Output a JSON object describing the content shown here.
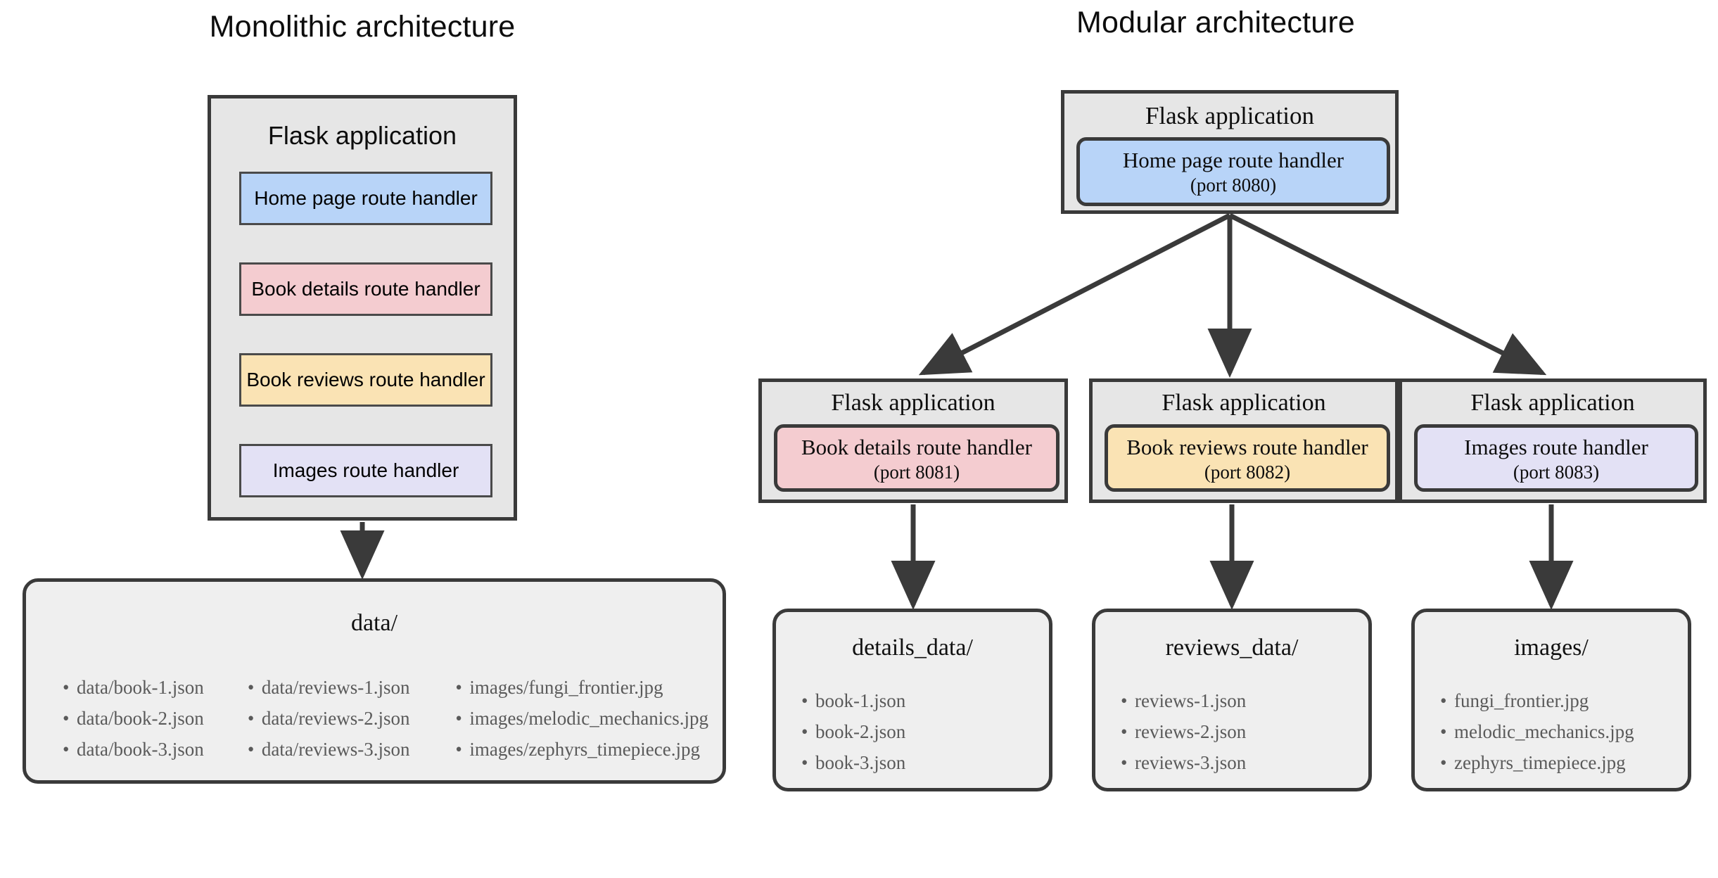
{
  "titles": {
    "monolithic": "Monolithic architecture",
    "modular": "Modular architecture"
  },
  "colors": {
    "blue": "#b8d4f8",
    "pink": "#f4ccd0",
    "yellow": "#fae3b4",
    "lavender": "#e3e1f5",
    "box_fill": "#e6e6e6",
    "data_fill": "#efefef",
    "stroke": "#3a3a3a",
    "text": "#0d0d0d",
    "muted_text": "#5a5a5a"
  },
  "monolithic": {
    "app": {
      "title": "Flask application",
      "handlers": [
        {
          "label": "Home page route handler",
          "color": "#b8d4f8"
        },
        {
          "label": "Book details route handler",
          "color": "#f4ccd0"
        },
        {
          "label": "Book reviews route handler",
          "color": "#fae3b4"
        },
        {
          "label": "Images route handler",
          "color": "#e3e1f5"
        }
      ]
    },
    "data": {
      "title": "data/",
      "columns": [
        [
          "data/book-1.json",
          "data/book-2.json",
          "data/book-3.json"
        ],
        [
          "data/reviews-1.json",
          "data/reviews-2.json",
          "data/reviews-3.json"
        ],
        [
          "images/fungi_frontier.jpg",
          "images/melodic_mechanics.jpg",
          "images/zephyrs_timepiece.jpg"
        ]
      ]
    }
  },
  "modular": {
    "root": {
      "title": "Flask application",
      "handler": {
        "label": "Home page route handler",
        "port": "(port 8080)",
        "color": "#b8d4f8"
      }
    },
    "services": [
      {
        "title": "Flask application",
        "handler": {
          "label": "Book details route handler",
          "port": "(port 8081)",
          "color": "#f4ccd0"
        },
        "data": {
          "title": "details_data/",
          "files": [
            "book-1.json",
            "book-2.json",
            "book-3.json"
          ]
        }
      },
      {
        "title": "Flask application",
        "handler": {
          "label": "Book reviews route handler",
          "port": "(port 8082)",
          "color": "#fae3b4"
        },
        "data": {
          "title": "reviews_data/",
          "files": [
            "reviews-1.json",
            "reviews-2.json",
            "reviews-3.json"
          ]
        }
      },
      {
        "title": "Flask application",
        "handler": {
          "label": "Images route handler",
          "port": "(port 8083)",
          "color": "#e3e1f5"
        },
        "data": {
          "title": "images/",
          "files": [
            "fungi_frontier.jpg",
            "melodic_mechanics.jpg",
            "zephyrs_timepiece.jpg"
          ]
        }
      }
    ]
  }
}
